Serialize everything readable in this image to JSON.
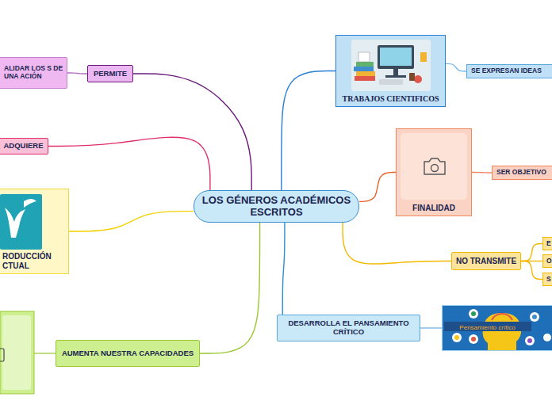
{
  "diagram": {
    "nodes": [
      {
        "text": [
          "LOS GÉNEROS ACADÉMICOS ESCRITOS"
        ]
      },
      {
        "text": [
          "TRABAJOS CIENTIFICOS"
        ]
      },
      {
        "text": [
          "SE EXPRESAN IDEAS"
        ]
      },
      {
        "text": [
          "FINALIDAD"
        ]
      },
      {
        "text": [
          "SER OBJETIVO"
        ]
      },
      {
        "text": [
          "NO TRANSMITE"
        ]
      },
      {
        "text": [
          "E"
        ]
      },
      {
        "text": [
          "O"
        ]
      },
      {
        "text": [
          "S"
        ]
      },
      {
        "text": [
          "DESARROLLA EL PANSAMIENTO CRÍTICO"
        ]
      },
      {
        "text": [
          "Pensamiento crítico"
        ]
      },
      {
        "text": [
          "AUMENTA NUESTRA CAPACIDADES"
        ]
      },
      {
        "text": [
          "RODUCCIÓN CTUAL"
        ]
      },
      {
        "text": [
          "ADQUIERE"
        ]
      },
      {
        "text": [
          "PERMITE"
        ]
      },
      {
        "text": [
          "ALIDAR LOS S DE UNA ACIÓN"
        ]
      }
    ],
    "edges": [
      {
        "from": 0,
        "to": 1,
        "arrow": "none"
      },
      {
        "from": 1,
        "to": 2,
        "arrow": "none"
      },
      {
        "from": 0,
        "to": 3,
        "arrow": "none"
      },
      {
        "from": 3,
        "to": 4,
        "arrow": "none"
      },
      {
        "from": 0,
        "to": 5,
        "arrow": "none"
      },
      {
        "from": 5,
        "to": 6,
        "arrow": "none"
      },
      {
        "from": 5,
        "to": 7,
        "arrow": "none"
      },
      {
        "from": 5,
        "to": 8,
        "arrow": "none"
      },
      {
        "from": 0,
        "to": 9,
        "arrow": "none"
      },
      {
        "from": 9,
        "to": 10,
        "arrow": "none"
      },
      {
        "from": 0,
        "to": 11,
        "arrow": "none"
      },
      {
        "from": 0,
        "to": 12,
        "arrow": "none"
      },
      {
        "from": 0,
        "to": 13,
        "arrow": "none"
      },
      {
        "from": 0,
        "to": 14,
        "arrow": "none"
      },
      {
        "from": 14,
        "to": 15,
        "arrow": "none"
      }
    ]
  }
}
